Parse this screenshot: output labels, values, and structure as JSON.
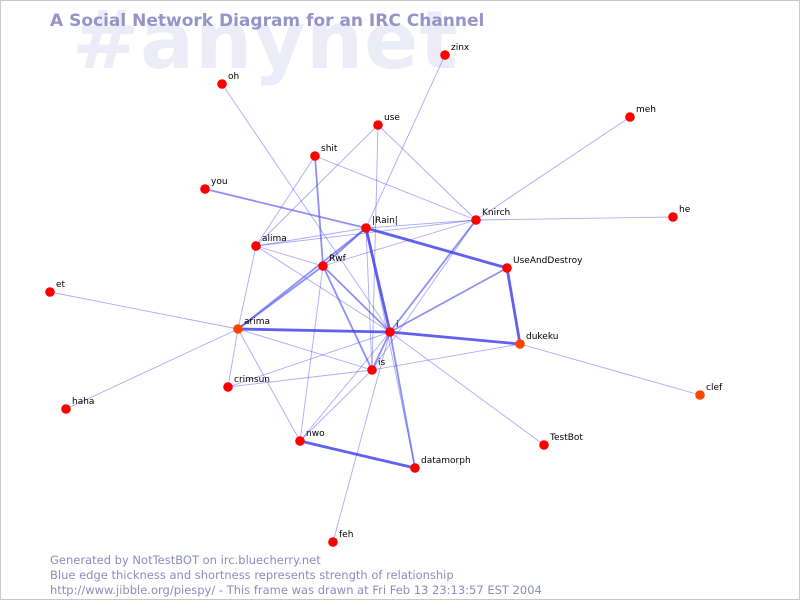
{
  "watermark": "#anynet",
  "title": "A Social Network Diagram for an IRC Channel",
  "footer": {
    "line1": "Generated by NotTestBOT on irc.bluecherry.net",
    "line2": "Blue edge thickness and shortness represents strength of relationship",
    "line3": "http://www.jibble.org/piespy/ - This frame was drawn at Fri Feb 13 23:13:57 EST 2004"
  },
  "colors": {
    "node": "#ff0000",
    "node_alt": "#ff4400",
    "edge": "#4444ee",
    "title": "#9494c8",
    "watermark": "#ececf8"
  },
  "nodes": [
    {
      "id": "zinx",
      "label": "zinx"
    },
    {
      "id": "oh",
      "label": "oh"
    },
    {
      "id": "meh",
      "label": "meh"
    },
    {
      "id": "use",
      "label": "use"
    },
    {
      "id": "shit",
      "label": "shit"
    },
    {
      "id": "you",
      "label": "you"
    },
    {
      "id": "knirch",
      "label": "Knirch"
    },
    {
      "id": "he",
      "label": "he"
    },
    {
      "id": "rain",
      "label": "|Rain|"
    },
    {
      "id": "alima",
      "label": "alima"
    },
    {
      "id": "rwf",
      "label": "Rwf"
    },
    {
      "id": "useanddestroy",
      "label": "UseAndDestroy"
    },
    {
      "id": "et",
      "label": "et"
    },
    {
      "id": "arima",
      "label": "arima"
    },
    {
      "id": "i",
      "label": "i"
    },
    {
      "id": "dukeku",
      "label": "dukeku"
    },
    {
      "id": "is",
      "label": "is"
    },
    {
      "id": "crimsun",
      "label": "crimsun"
    },
    {
      "id": "clef",
      "label": "clef"
    },
    {
      "id": "haha",
      "label": "haha"
    },
    {
      "id": "nwo",
      "label": "nwo"
    },
    {
      "id": "testbot",
      "label": "TestBot"
    },
    {
      "id": "datamorph",
      "label": "datamorph"
    },
    {
      "id": "feh",
      "label": "feh"
    }
  ],
  "edges": [
    {
      "from": "oh",
      "to": "i",
      "strength": 1
    },
    {
      "from": "zinx",
      "to": "rain",
      "strength": 1
    },
    {
      "from": "meh",
      "to": "knirch",
      "strength": 1
    },
    {
      "from": "knirch",
      "to": "he",
      "strength": 1
    },
    {
      "from": "use",
      "to": "knirch",
      "strength": 1
    },
    {
      "from": "use",
      "to": "alima",
      "strength": 1
    },
    {
      "from": "use",
      "to": "is",
      "strength": 1
    },
    {
      "from": "shit",
      "to": "knirch",
      "strength": 1
    },
    {
      "from": "shit",
      "to": "rwf",
      "strength": 2
    },
    {
      "from": "shit",
      "to": "alima",
      "strength": 1
    },
    {
      "from": "you",
      "to": "rain",
      "strength": 2
    },
    {
      "from": "rain",
      "to": "knirch",
      "strength": 1
    },
    {
      "from": "rain",
      "to": "alima",
      "strength": 1
    },
    {
      "from": "rain",
      "to": "rwf",
      "strength": 2
    },
    {
      "from": "rain",
      "to": "i",
      "strength": 3
    },
    {
      "from": "rain",
      "to": "useanddestroy",
      "strength": 3
    },
    {
      "from": "rain",
      "to": "arima",
      "strength": 2
    },
    {
      "from": "rain",
      "to": "datamorph",
      "strength": 1
    },
    {
      "from": "rain",
      "to": "is",
      "strength": 1
    },
    {
      "from": "alima",
      "to": "rwf",
      "strength": 1
    },
    {
      "from": "alima",
      "to": "i",
      "strength": 1
    },
    {
      "from": "alima",
      "to": "arima",
      "strength": 1
    },
    {
      "from": "rwf",
      "to": "i",
      "strength": 2
    },
    {
      "from": "rwf",
      "to": "is",
      "strength": 2
    },
    {
      "from": "rwf",
      "to": "arima",
      "strength": 2
    },
    {
      "from": "rwf",
      "to": "knirch",
      "strength": 1
    },
    {
      "from": "rwf",
      "to": "nwo",
      "strength": 1
    },
    {
      "from": "knirch",
      "to": "i",
      "strength": 2
    },
    {
      "from": "knirch",
      "to": "is",
      "strength": 1
    },
    {
      "from": "knirch",
      "to": "alima",
      "strength": 1
    },
    {
      "from": "useanddestroy",
      "to": "i",
      "strength": 2
    },
    {
      "from": "useanddestroy",
      "to": "dukeku",
      "strength": 3
    },
    {
      "from": "et",
      "to": "arima",
      "strength": 1
    },
    {
      "from": "arima",
      "to": "i",
      "strength": 3
    },
    {
      "from": "arima",
      "to": "is",
      "strength": 1
    },
    {
      "from": "arima",
      "to": "crimsun",
      "strength": 1
    },
    {
      "from": "arima",
      "to": "haha",
      "strength": 1
    },
    {
      "from": "arima",
      "to": "nwo",
      "strength": 1
    },
    {
      "from": "i",
      "to": "dukeku",
      "strength": 3
    },
    {
      "from": "i",
      "to": "is",
      "strength": 2
    },
    {
      "from": "i",
      "to": "crimsun",
      "strength": 1
    },
    {
      "from": "i",
      "to": "testbot",
      "strength": 1
    },
    {
      "from": "i",
      "to": "datamorph",
      "strength": 2
    },
    {
      "from": "i",
      "to": "nwo",
      "strength": 1
    },
    {
      "from": "i",
      "to": "feh",
      "strength": 1
    },
    {
      "from": "is",
      "to": "crimsun",
      "strength": 1
    },
    {
      "from": "is",
      "to": "dukeku",
      "strength": 1
    },
    {
      "from": "is",
      "to": "nwo",
      "strength": 1
    },
    {
      "from": "dukeku",
      "to": "clef",
      "strength": 1
    },
    {
      "from": "nwo",
      "to": "datamorph",
      "strength": 3
    }
  ]
}
